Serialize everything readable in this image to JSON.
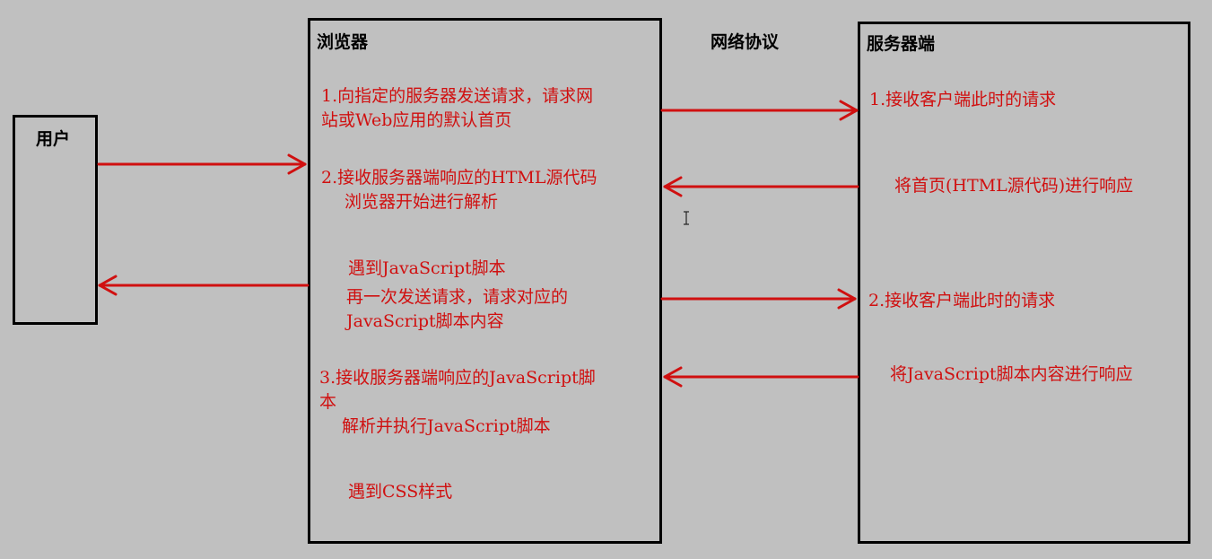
{
  "colors": {
    "background": "#c0c0c0",
    "box_border": "#000000",
    "text_red": "#d01010",
    "arrow_red": "#d01010"
  },
  "user": {
    "title": "用户"
  },
  "browser": {
    "title": "浏览器",
    "steps": {
      "s1_line1": "1.向指定的服务器发送请求，请求网",
      "s1_line2": "站或Web应用的默认首页",
      "s2_line1": "2.接收服务器端响应的HTML源代码",
      "s2_line2": "浏览器开始进行解析",
      "js_line1": "遇到JavaScript脚本",
      "js_line2": "再一次发送请求，请求对应的",
      "js_line3": "JavaScript脚本内容",
      "s3_line1": "3.接收服务器端响应的JavaScript脚",
      "s3_line2": "本",
      "s3_line3": "解析并执行JavaScript脚本",
      "css_line": "遇到CSS样式"
    }
  },
  "protocol": {
    "title": "网络协议"
  },
  "server": {
    "title": "服务器端",
    "steps": {
      "r1": "1.接收客户端此时的请求",
      "r1_resp": "将首页(HTML源代码)进行响应",
      "r2": "2.接收客户端此时的请求",
      "r2_resp": "将JavaScript脚本内容进行响应"
    }
  }
}
